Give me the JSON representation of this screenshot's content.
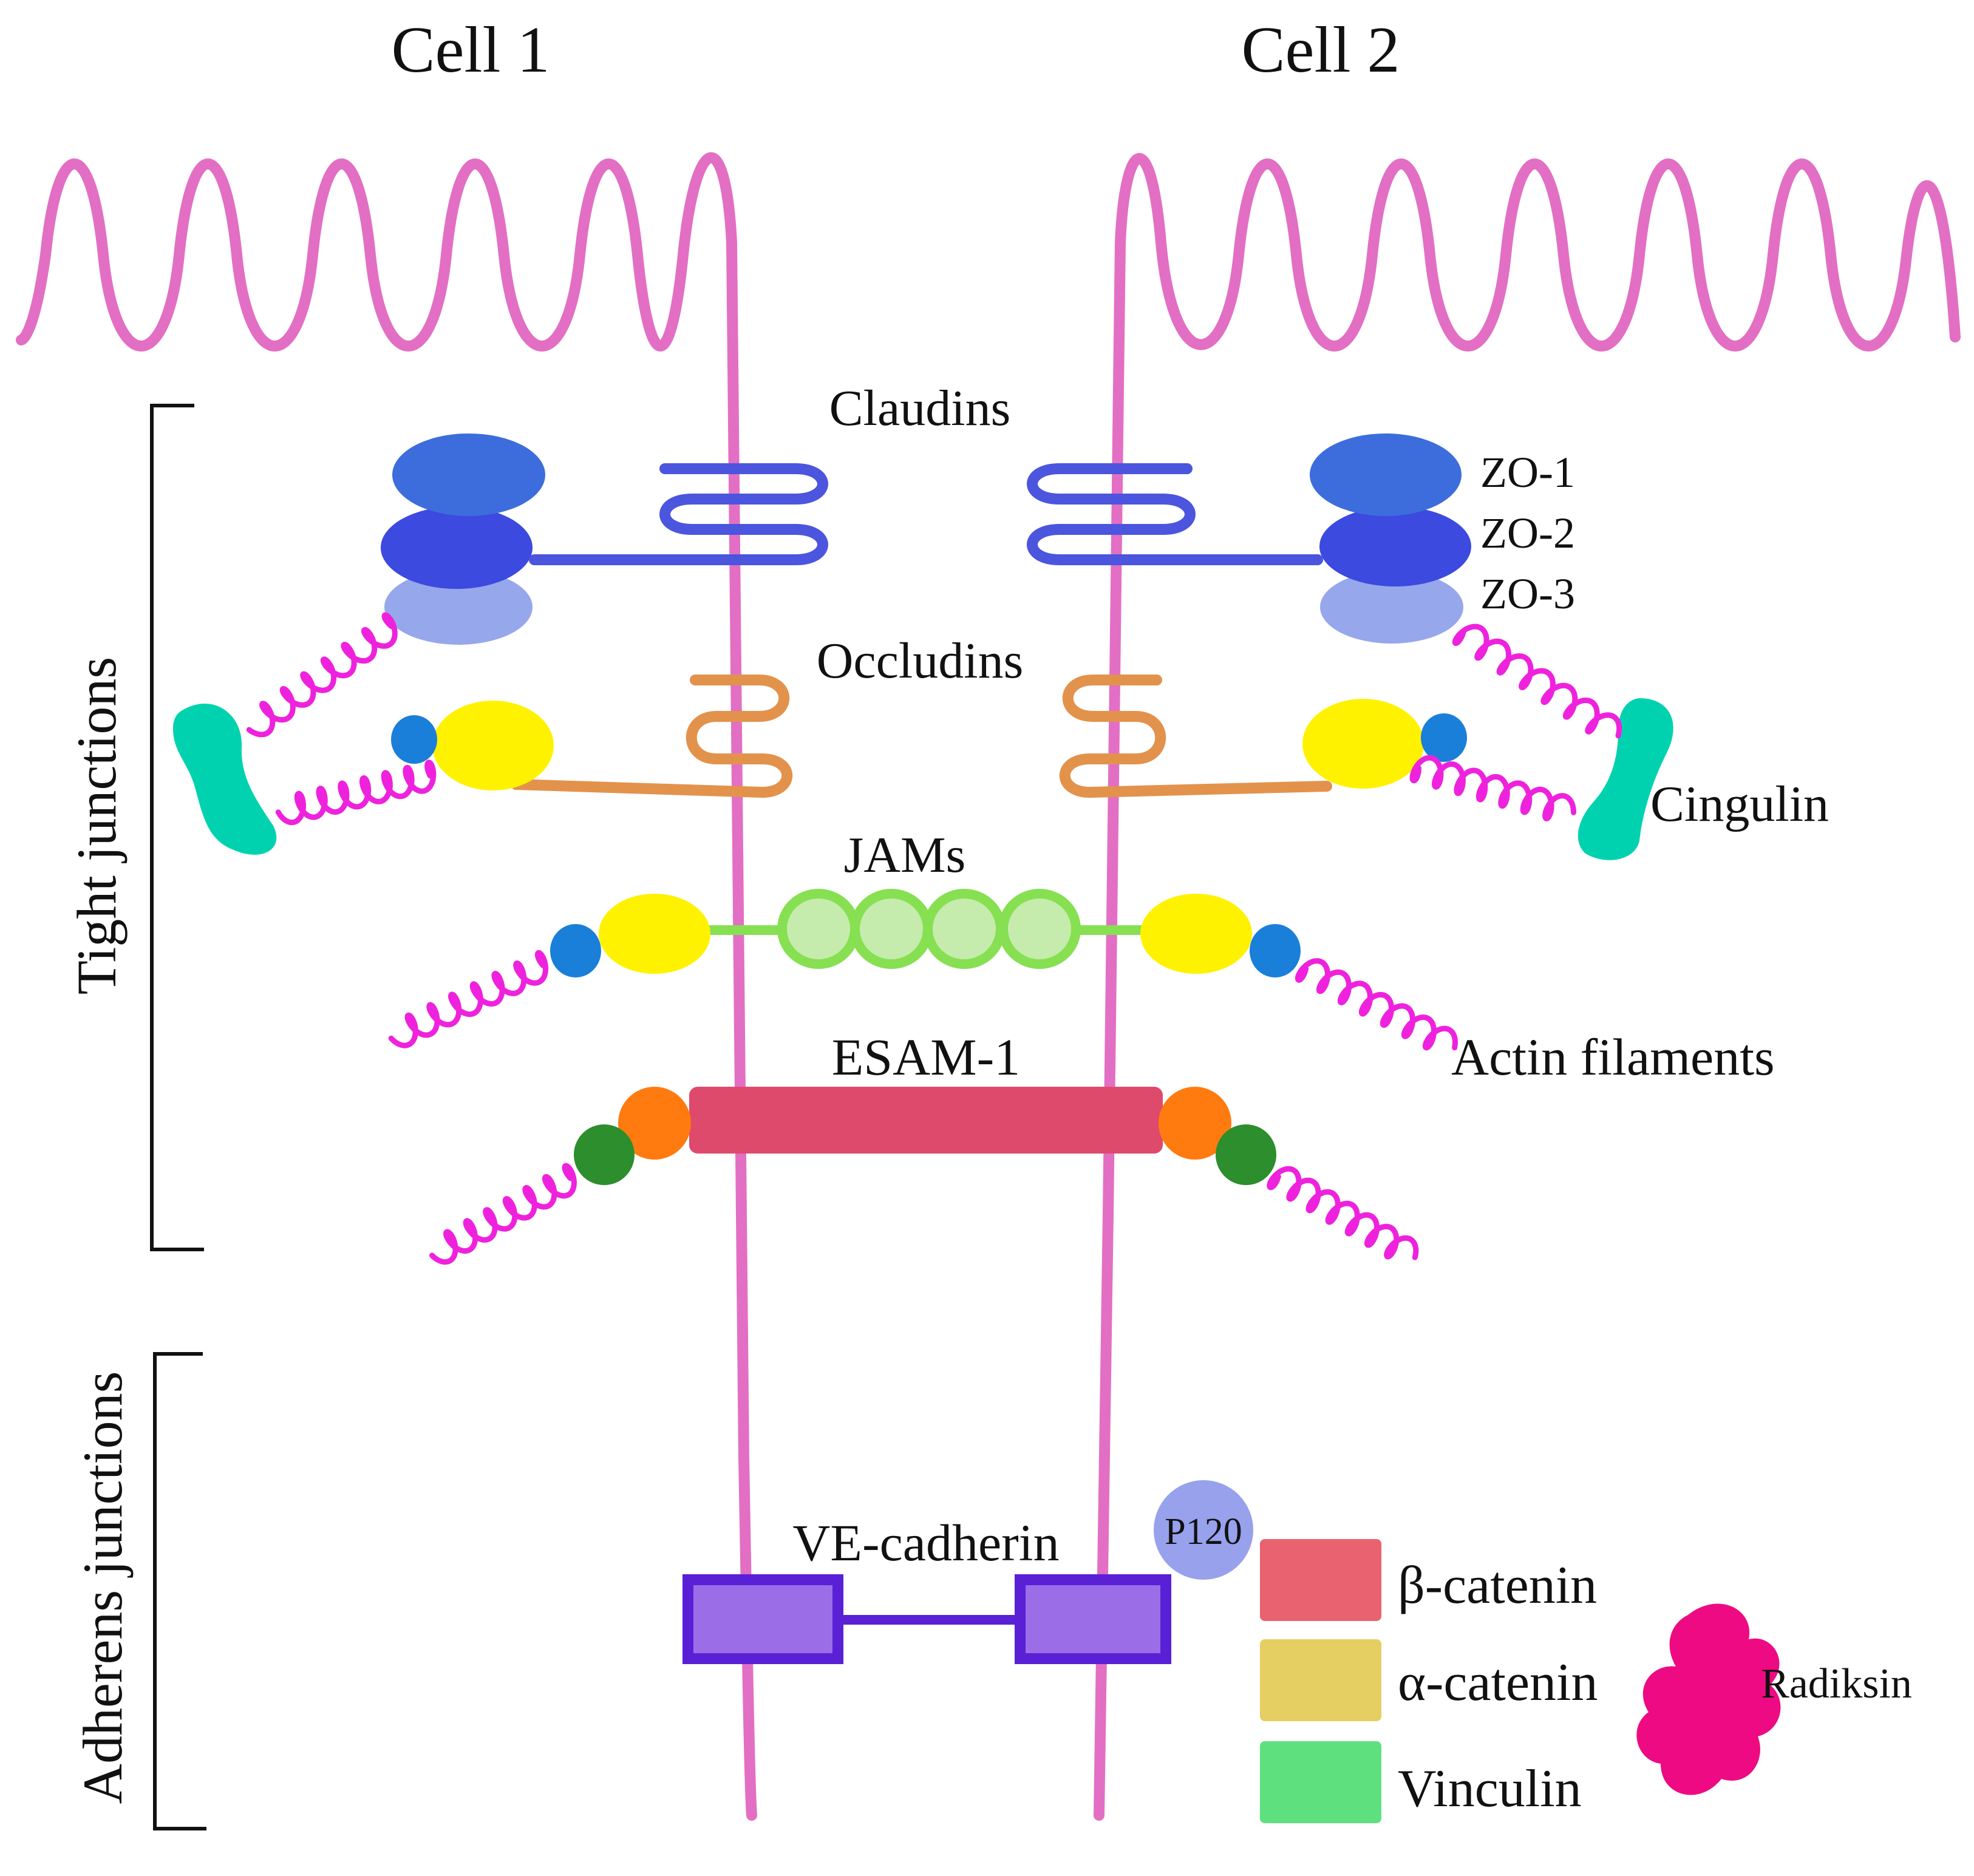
{
  "cells": {
    "left": "Cell 1",
    "right": "Cell 2"
  },
  "sections": {
    "tight": "Tight junctions",
    "adherens": "Adherens junctions"
  },
  "labels": {
    "claudins": "Claudins",
    "zo1": "ZO-1",
    "zo2": "ZO-2",
    "zo3": "ZO-3",
    "occludins": "Occludins",
    "cingulin": "Cingulin",
    "jams": "JAMs",
    "actin": "Actin filaments",
    "esam": "ESAM-1",
    "vecadherin": "VE-cadherin",
    "p120": "P120",
    "radiksin": "Radiksin"
  },
  "legend": [
    {
      "label": "β-catenin",
      "color": "#e8636f"
    },
    {
      "label": "α-catenin",
      "color": "#e6cf62"
    },
    {
      "label": "Vinculin",
      "color": "#5fe07f"
    }
  ],
  "colors": {
    "membrane": "#e26fc4",
    "claudin": "#4b55de",
    "zo1": "#3d6ddc",
    "zo2": "#3c4ae0",
    "zo3": "#97a7ec",
    "occludin": "#e3924c",
    "adaptor_yellow": "#fff200",
    "adaptor_blue": "#1a7fd8",
    "actin": "#ee22dd",
    "cingulin": "#00d2b0",
    "jam": "#86e051",
    "jam_fill": "#c5ecad",
    "esam": "#de4a6b",
    "esam_orange": "#ff7b10",
    "esam_green": "#2c8e2c",
    "cadherin_fill": "#9b6ee8",
    "cadherin_border": "#5a20d6",
    "p120": "#97a1ec",
    "radiksin": "#ee0a82"
  }
}
